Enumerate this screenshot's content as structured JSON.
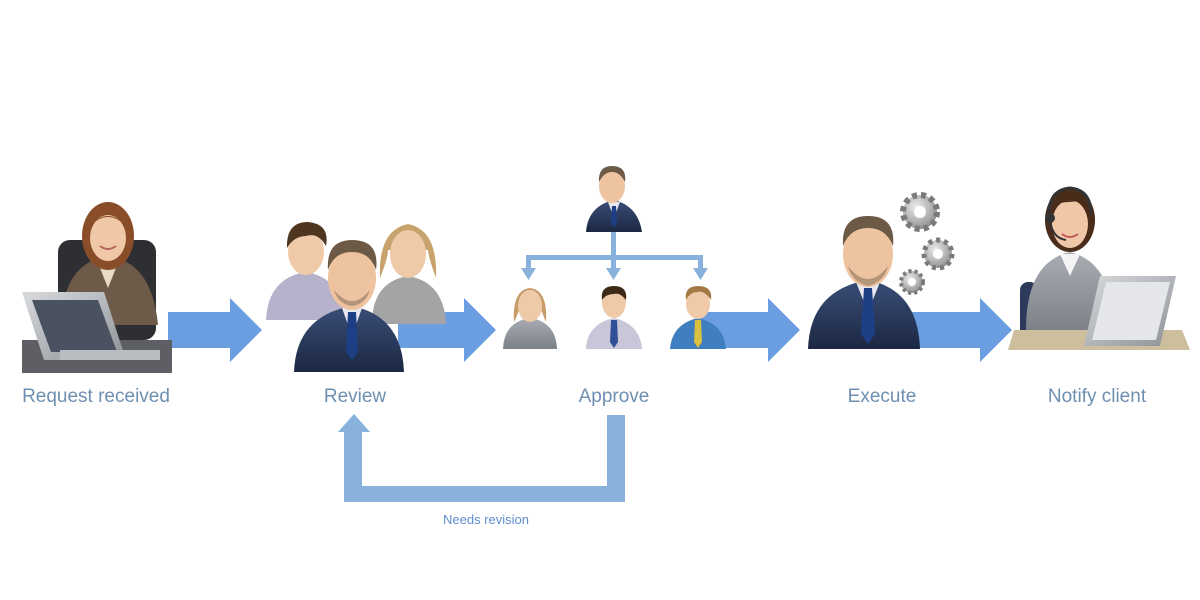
{
  "colors": {
    "arrow": "#6a9ee0",
    "connector": "#88b2dc",
    "label": "#6f8fb1",
    "loop_label": "#5f8ed0"
  },
  "steps": [
    {
      "label": "Request received",
      "icon": "person-at-laptop-icon"
    },
    {
      "label": "Review",
      "icon": "review-team-icon"
    },
    {
      "label": "Approve",
      "icon": "approval-hierarchy-icon"
    },
    {
      "label": "Execute",
      "icon": "executive-with-gears-icon"
    },
    {
      "label": "Notify client",
      "icon": "operator-with-headset-icon"
    }
  ],
  "loop": {
    "label": "Needs revision",
    "from": "Approve",
    "to": "Review"
  }
}
